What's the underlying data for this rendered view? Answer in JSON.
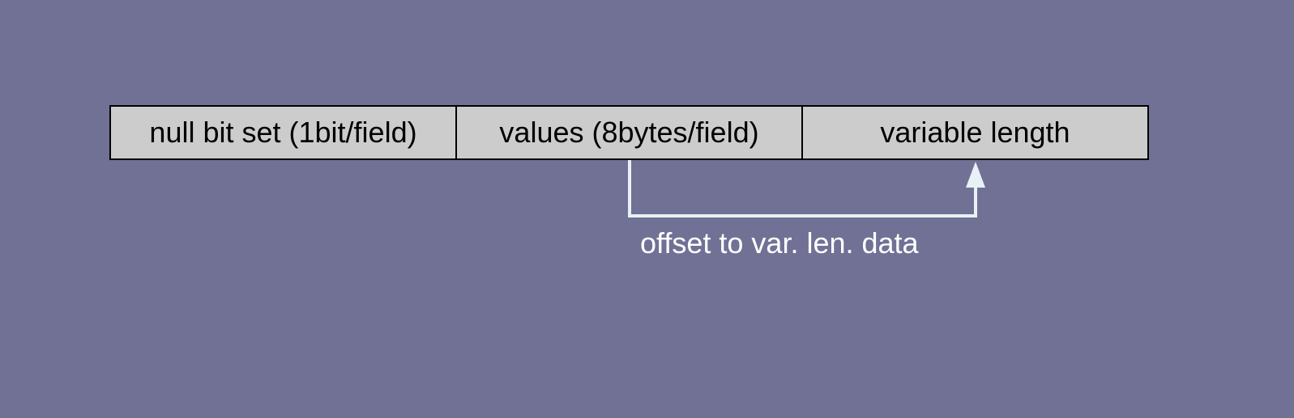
{
  "colors": {
    "background": "#717196",
    "segment_fill": "#cccccc",
    "segment_border": "#000000",
    "arrow": "#e8f2f6",
    "label_text": "#ffffff"
  },
  "row_format": {
    "segments": [
      {
        "label": "null bit set (1bit/field)"
      },
      {
        "label": "values (8bytes/field)"
      },
      {
        "label": "variable length"
      }
    ]
  },
  "arrow": {
    "from_segment": "values (8bytes/field)",
    "to_segment": "variable length",
    "label": "offset to var. len. data"
  }
}
